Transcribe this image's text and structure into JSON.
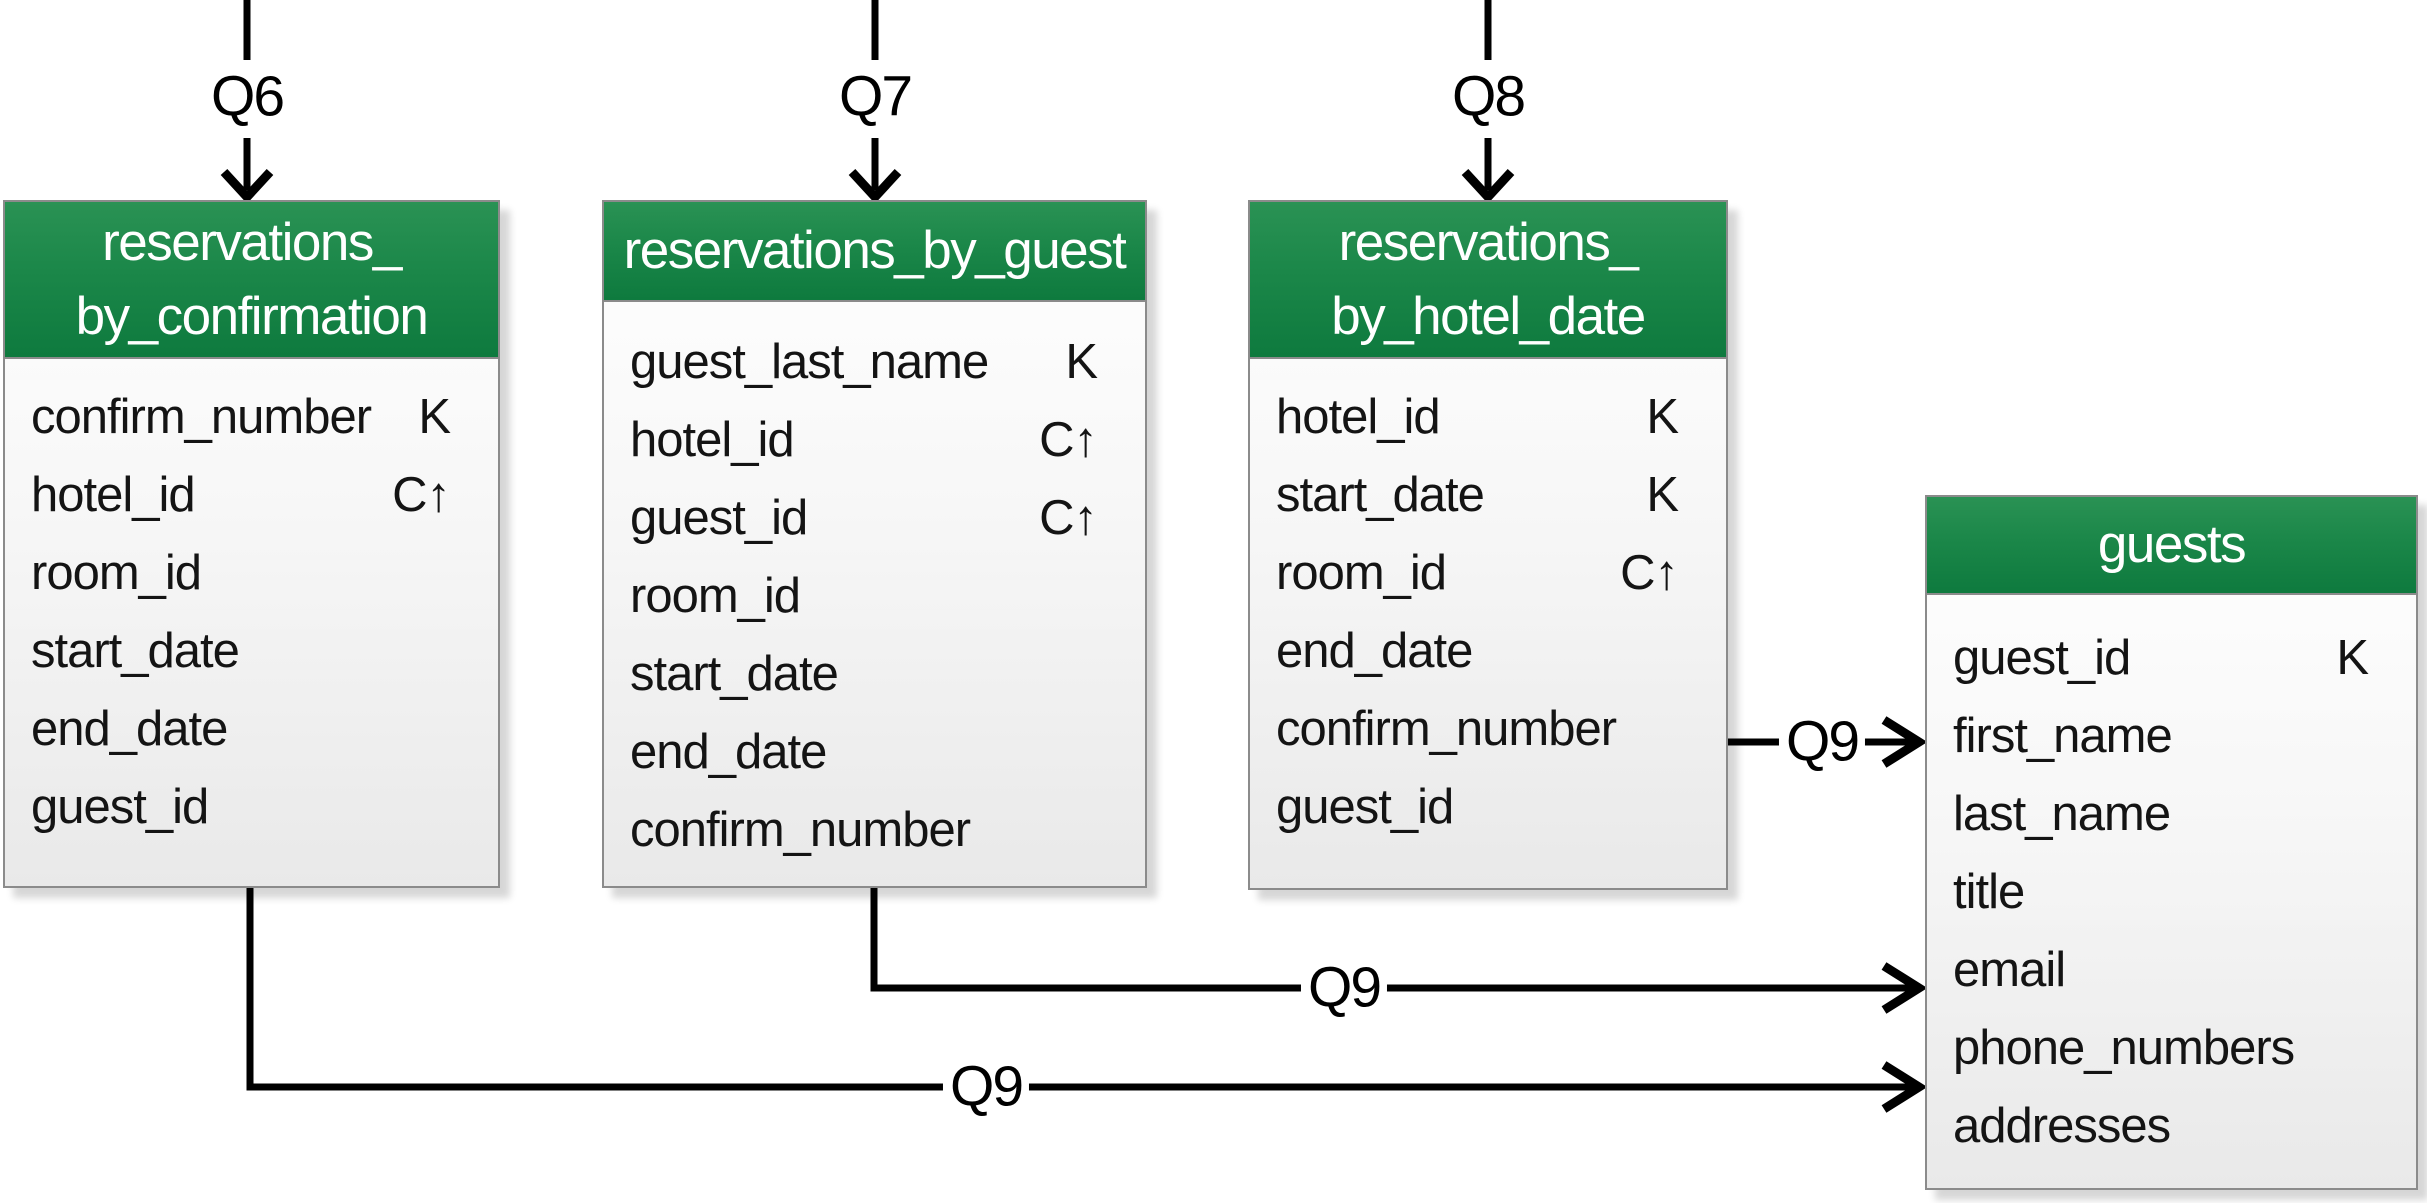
{
  "colors": {
    "table_header_green": "#18834a",
    "table_border_gray": "#8b8b8b",
    "connector_black": "#000000",
    "body_fill": "#f2f2f2"
  },
  "connectors": {
    "q6": {
      "label": "Q6"
    },
    "q7": {
      "label": "Q7"
    },
    "q8": {
      "label": "Q8"
    },
    "q9_from_hotel_date": {
      "label": "Q9"
    },
    "q9_from_guest": {
      "label": "Q9"
    },
    "q9_from_confirmation": {
      "label": "Q9"
    }
  },
  "tables": [
    {
      "title": "reservations_\nby_confirmation",
      "rows": [
        {
          "name": "confirm_number",
          "key": "K"
        },
        {
          "name": "hotel_id",
          "key": "C↑"
        },
        {
          "name": "room_id",
          "key": ""
        },
        {
          "name": "start_date",
          "key": ""
        },
        {
          "name": "end_date",
          "key": ""
        },
        {
          "name": "guest_id",
          "key": ""
        }
      ]
    },
    {
      "title": "reservations_by_guest",
      "rows": [
        {
          "name": "guest_last_name",
          "key": "K"
        },
        {
          "name": "hotel_id",
          "key": "C↑"
        },
        {
          "name": "guest_id",
          "key": "C↑"
        },
        {
          "name": "room_id",
          "key": ""
        },
        {
          "name": "start_date",
          "key": ""
        },
        {
          "name": "end_date",
          "key": ""
        },
        {
          "name": "confirm_number",
          "key": ""
        }
      ]
    },
    {
      "title": "reservations_\nby_hotel_date",
      "rows": [
        {
          "name": "hotel_id",
          "key": "K"
        },
        {
          "name": "start_date",
          "key": "K"
        },
        {
          "name": "room_id",
          "key": "C↑"
        },
        {
          "name": "end_date",
          "key": ""
        },
        {
          "name": "confirm_number",
          "key": ""
        },
        {
          "name": "guest_id",
          "key": ""
        }
      ]
    },
    {
      "title": "guests",
      "rows": [
        {
          "name": "guest_id",
          "key": "K"
        },
        {
          "name": "first_name",
          "key": ""
        },
        {
          "name": "last_name",
          "key": ""
        },
        {
          "name": "title",
          "key": ""
        },
        {
          "name": "email",
          "key": ""
        },
        {
          "name": "phone_numbers",
          "key": ""
        },
        {
          "name": "addresses",
          "key": ""
        }
      ]
    }
  ]
}
